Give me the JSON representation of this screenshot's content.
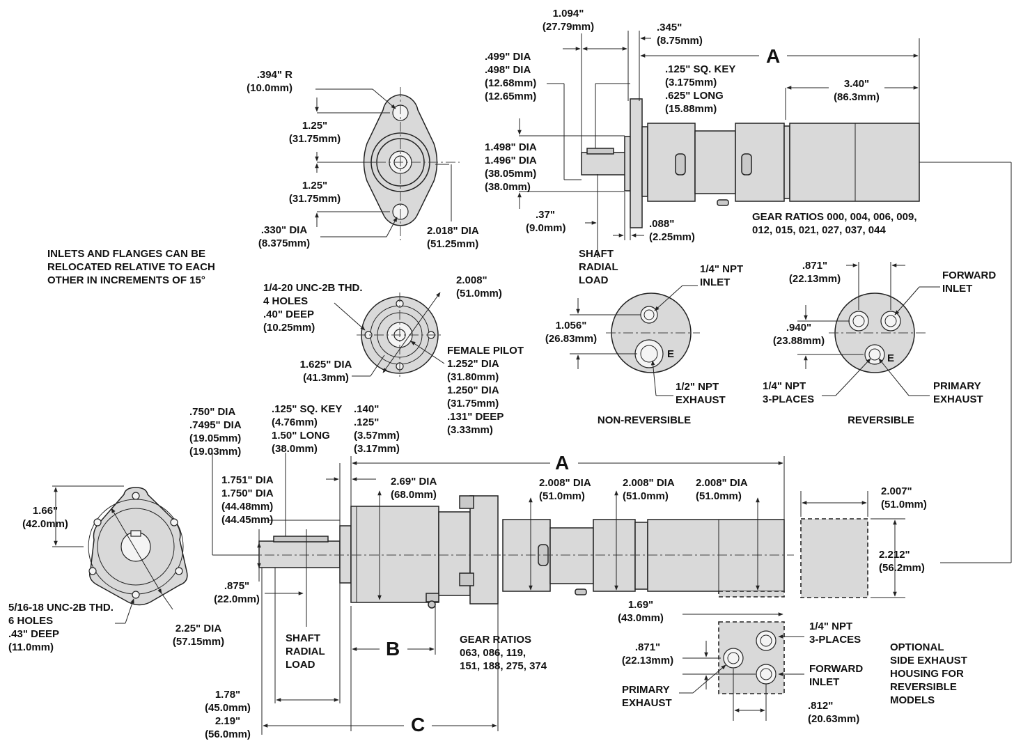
{
  "top_view": {
    "dim_A": "A",
    "dim_1094": "1.094\"\n(27.79mm)",
    "dim_345": ".345\"\n(8.75mm)",
    "dim_340": "3.40\"\n(86.3mm)",
    "dim_shaft_dia": ".499\" DIA\n.498\" DIA\n(12.68mm)\n(12.65mm)",
    "dim_key": ".125\" SQ. KEY\n(3.175mm)\n.625\" LONG\n(15.88mm)",
    "dim_pilot_dia": "1.498\" DIA\n1.496\" DIA\n(38.05mm)\n(38.0mm)",
    "dim_37": ".37\"\n(9.0mm)",
    "dim_088": ".088\"\n(2.25mm)",
    "radial_load": "SHAFT\nRADIAL\nLOAD",
    "gear_ratios": "GEAR RATIOS 000, 004, 006, 009,\n012, 015, 021, 027, 037, 044"
  },
  "flange_view": {
    "radius": ".394\" R\n(10.0mm)",
    "dim_125_top": "1.25\"\n(31.75mm)",
    "dim_125_bottom": "1.25\"\n(31.75mm)",
    "hole_dia": ".330\" DIA\n(8.375mm)",
    "outer_dia": "2.018\" DIA\n(51.25mm)"
  },
  "note_relocate": "INLETS AND FLANGES CAN BE\nRELOCATED RELATIVE TO EACH\nOTHER IN INCREMENTS OF 15°",
  "face_view": {
    "thread": "1/4-20 UNC-2B THD.\n4 HOLES\n.40\" DEEP\n(10.25mm)",
    "dim_2008": "2.008\"\n(51.0mm)",
    "dim_1625": "1.625\" DIA\n(41.3mm)",
    "female_pilot": "FEMALE PILOT\n1.252\" DIA\n(31.80mm)\n1.250\" DIA\n(31.75mm)\n.131\" DEEP\n(3.33mm)"
  },
  "non_reversible": {
    "title": "NON-REVERSIBLE",
    "inlet": "1/4\" NPT\nINLET",
    "dim_1056": "1.056\"\n(26.83mm)",
    "exhaust": "1/2\" NPT\nEXHAUST",
    "e_mark": "E"
  },
  "reversible": {
    "title": "REVERSIBLE",
    "dim_871": ".871\"\n(22.13mm)",
    "forward_inlet": "FORWARD\nINLET",
    "dim_940": ".940\"\n(23.88mm)",
    "npt": "1/4\" NPT\n3-PLACES",
    "primary_exhaust": "PRIMARY\nEXHAUST",
    "e_mark": "E"
  },
  "bottom_view": {
    "dim_750": ".750\" DIA\n.7495\" DIA\n(19.05mm)\n(19.03mm)",
    "dim_key": ".125\" SQ. KEY\n(4.76mm)\n1.50\" LONG\n(38.0mm)",
    "dim_140": ".140\"\n.125\"\n(3.57mm)\n(3.17mm)",
    "dim_A": "A",
    "dim_1751": "1.751\" DIA\n1.750\" DIA\n(44.48mm)\n(44.45mm)",
    "dim_269": "2.69\" DIA\n(68.0mm)",
    "dim_2008_a": "2.008\" DIA\n(51.0mm)",
    "dim_2008_b": "2.008\" DIA\n(51.0mm)",
    "dim_2008_c": "2.008\" DIA\n(51.0mm)",
    "dim_875": ".875\"\n(22.0mm)",
    "radial_load": "SHAFT\nRADIAL\nLOAD",
    "dim_B": "B",
    "gear_ratios": "GEAR RATIOS\n063, 086, 119,\n151, 188, 275, 374",
    "dim_178": "1.78\"\n(45.0mm)",
    "dim_219": "2.19\"\n(56.0mm)",
    "dim_C": "C",
    "dim_169": "1.69\"\n(43.0mm)"
  },
  "end_view": {
    "dim_166": "1.66\"\n(42.0mm)",
    "thread": "5/16-18 UNC-2B THD.\n6 HOLES\n.43\" DEEP\n(11.0mm)",
    "dim_225": "2.25\" DIA\n(57.15mm)"
  },
  "side_exhaust": {
    "dim_2007": "2.007\"\n(51.0mm)",
    "dim_2212": "2.212\"\n(56.2mm)",
    "npt": "1/4\" NPT\n3-PLACES",
    "dim_871": ".871\"\n(22.13mm)",
    "forward_inlet": "FORWARD\nINLET",
    "primary_exhaust": "PRIMARY\nEXHAUST",
    "dim_812": ".812\"\n(20.63mm)",
    "note": "OPTIONAL\nSIDE EXHAUST\nHOUSING FOR\nREVERSIBLE\nMODELS"
  }
}
